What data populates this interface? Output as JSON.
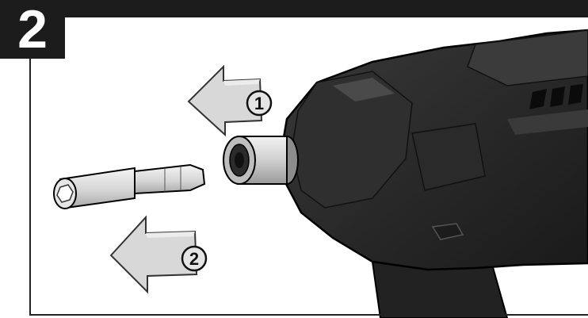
{
  "step": {
    "number": "2"
  },
  "callouts": [
    {
      "id": "1",
      "label": "1"
    },
    {
      "id": "2",
      "label": "2"
    }
  ],
  "icons": {
    "arrow": "left-arrow-icon",
    "bit": "bit-holder-icon",
    "tool": "impact-driver-icon"
  },
  "colors": {
    "badge": "#1c1c1c",
    "arrow_fill": "#d8d8d8",
    "tool_body": "#2e2e2e",
    "collar": "#d9d9d9"
  }
}
